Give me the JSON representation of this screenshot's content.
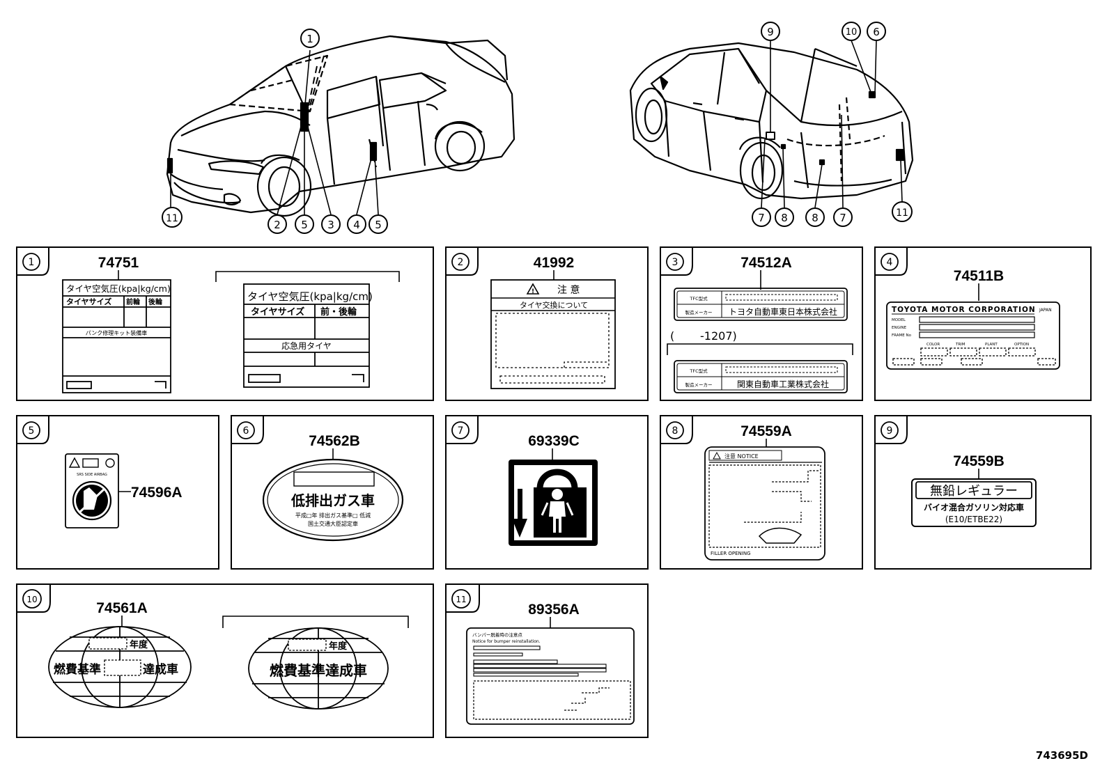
{
  "diagram_id": "743695D",
  "callouts": {
    "front": [
      "1",
      "2",
      "5",
      "3",
      "4",
      "5",
      "11"
    ],
    "rear": [
      "9",
      "10",
      "6",
      "7",
      "8",
      "8",
      "7",
      "11"
    ]
  },
  "panels": {
    "p1": {
      "num": "1",
      "part": "74751",
      "label_a": {
        "title": "タイヤ空気圧(kpa|kg/cm)",
        "col_size": "タイヤサイズ",
        "col_front": "前輪",
        "col_rear": "後輪",
        "note": "パンク修理キット装備車"
      },
      "label_b": {
        "title": "タイヤ空気圧(kpa|kg/cm)",
        "col_size": "タイヤサイズ",
        "col_both": "前・後輪",
        "note": "応急用タイヤ"
      }
    },
    "p2": {
      "num": "2",
      "part": "41992",
      "caution": "注 意",
      "line": "タイヤ交換について"
    },
    "p3": {
      "num": "3",
      "part": "74512A",
      "row1": "TFC型式",
      "row2": "製造メーカー",
      "maker1": "トヨタ自動車東日本株式会社",
      "range_open": "(",
      "range": "-1207)",
      "row3": "TFC型式",
      "row4": "製造メーカー",
      "maker2": "関東自動車工業株式会社"
    },
    "p4": {
      "num": "4",
      "part": "74511B",
      "corp": "TOYOTA MOTOR CORPORATION",
      "japan": "JAPAN",
      "f1": "MODEL",
      "f2": "ENGINE",
      "f3": "FRAME No",
      "c1": "COLOR",
      "c2": "TRIM",
      "c3": "PLANT",
      "c4": "OPTION"
    },
    "p5": {
      "num": "5",
      "part": "74596A",
      "srs": "SRS SIDE AIRBAG"
    },
    "p6": {
      "num": "6",
      "part": "74562B",
      "main": "低排出ガス車",
      "line1": "平成□年 排出ガス基準□ 低減",
      "line2": "国土交通大臣認定車"
    },
    "p7": {
      "num": "7",
      "part": "69339C"
    },
    "p8": {
      "num": "8",
      "part": "74559A",
      "head": "注意 NOTICE",
      "foot": "FILLER OPENING"
    },
    "p9": {
      "num": "9",
      "part": "74559B",
      "title": "無鉛レギュラー",
      "line1": "バイオ混合ガソリン対応車",
      "line2": "(E10/ETBE22)"
    },
    "p10": {
      "num": "10",
      "part": "74561A",
      "year": "年度",
      "main": "燃費基準",
      "main2": "達成車",
      "main_b": "燃費基準達成車"
    },
    "p11": {
      "num": "11",
      "part": "89356A",
      "head": "バンパー脱着時の注意点",
      "sub": "Notice for bumper reinstallation."
    }
  }
}
